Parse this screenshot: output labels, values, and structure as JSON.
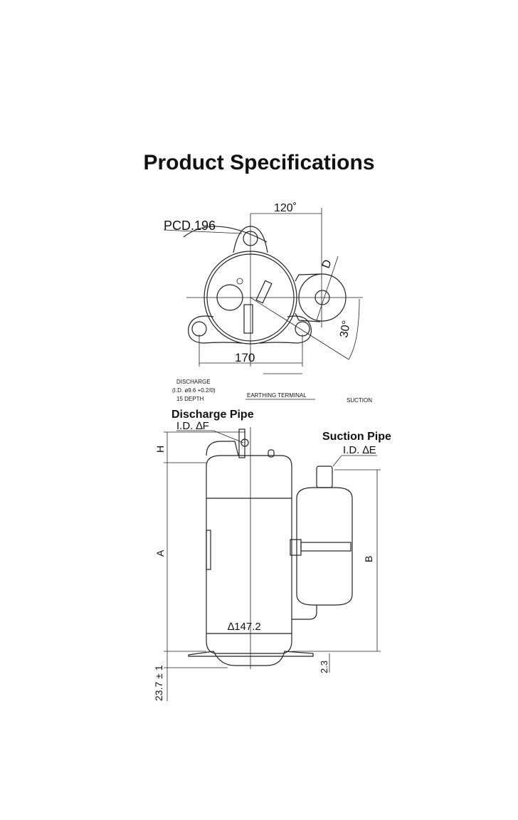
{
  "title": "Product Specifications",
  "top_view": {
    "pcd_label": "PCD.196",
    "angle_120": "120˚",
    "dim_d": "D",
    "angle_30": "30°",
    "width_170": "170"
  },
  "notes": {
    "discharge_note_1": "DISCHARGE",
    "discharge_note_2": "(I.D. ø9.6 +0.2/0)",
    "discharge_note_3": "15 DEPTH",
    "earthing_terminal": "EARTHING TERMINAL",
    "suction": "SUCTION"
  },
  "side_view": {
    "discharge_pipe": "Discharge Pipe",
    "discharge_id": "I.D. ∆F",
    "suction_pipe": "Suction Pipe",
    "suction_id": "I.D. ∆E",
    "dim_h": "H",
    "dim_a": "A",
    "dim_b": "B",
    "diameter": "∆147.2",
    "dim_2_3": "2.3",
    "dim_23_7": "23.7 ± 1"
  }
}
